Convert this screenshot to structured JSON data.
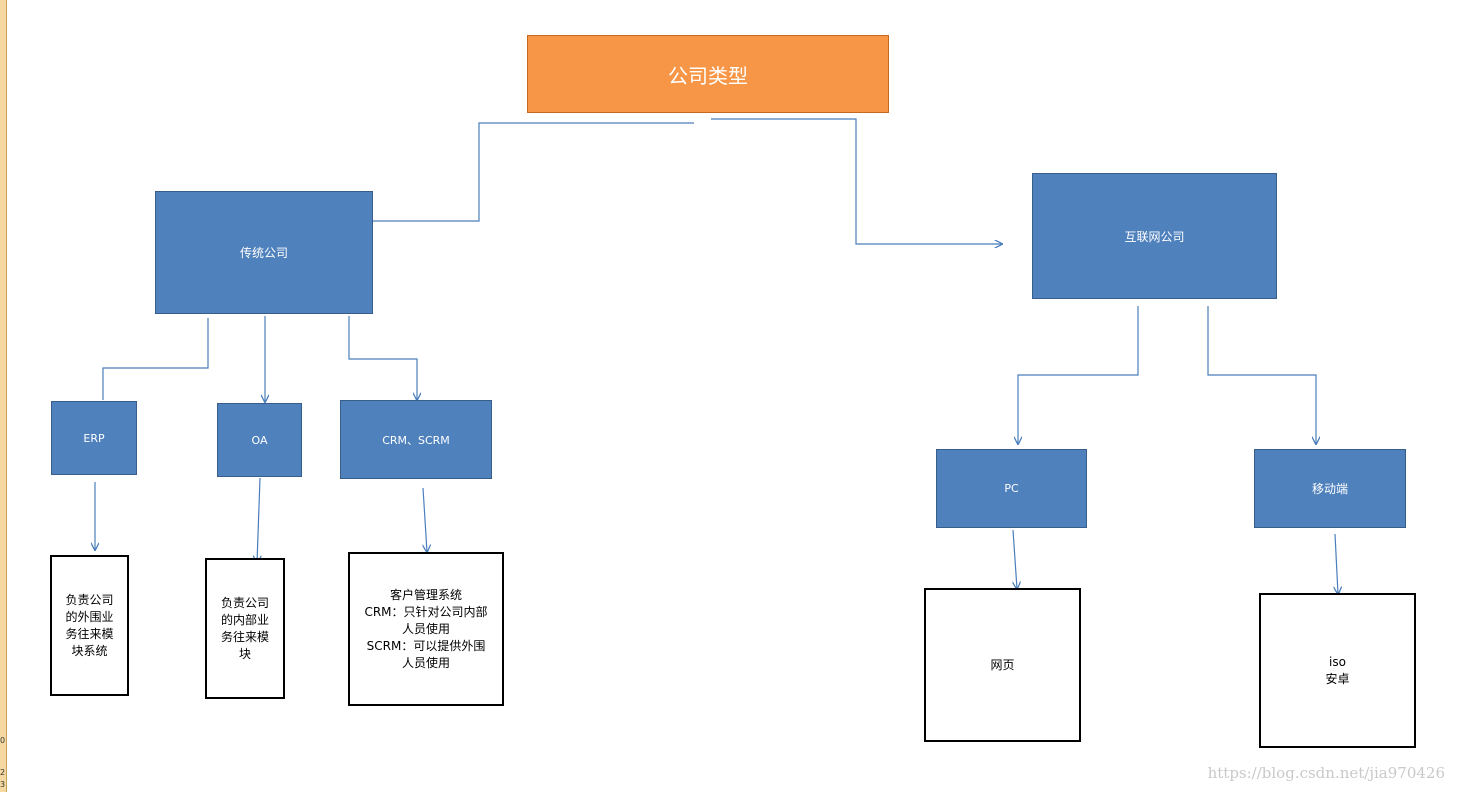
{
  "diagram": {
    "root": "公司类型",
    "traditional": {
      "title": "传统公司",
      "children": [
        {
          "label": "ERP",
          "note_lines": [
            "负责公司",
            "的外围业",
            "务往来模",
            "块系统"
          ]
        },
        {
          "label": "OA",
          "note_lines": [
            "负责公司",
            "的内部业",
            "务往来模",
            "块"
          ]
        },
        {
          "label": "CRM、SCRM",
          "note_lines": [
            "客户管理系统",
            "CRM：只针对公司内部",
            "人员使用",
            "SCRM：可以提供外围",
            "人员使用"
          ]
        }
      ]
    },
    "internet": {
      "title": "互联网公司",
      "children": [
        {
          "label": "PC",
          "note_lines": [
            "网页"
          ]
        },
        {
          "label": "移动端",
          "note_lines": [
            "iso",
            "安卓"
          ]
        }
      ]
    }
  },
  "ruler": {
    "marks": [
      "0",
      "2",
      "3"
    ]
  },
  "watermark": "https://blog.csdn.net/jia970426",
  "colors": {
    "root_fill": "#f79646",
    "node_fill": "#4f81bd",
    "node_border": "#385d8a",
    "connector": "#4a7ebb",
    "note_border": "#000000"
  }
}
